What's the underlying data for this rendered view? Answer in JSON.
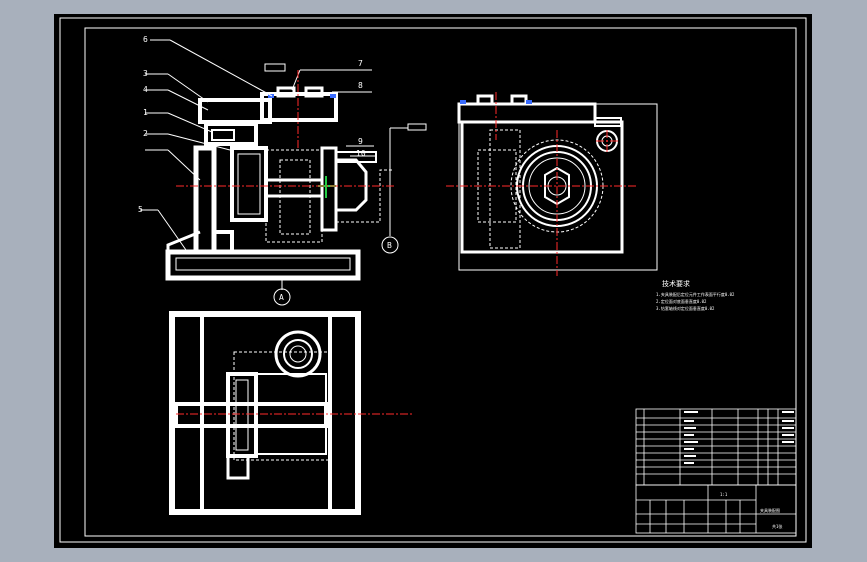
{
  "colors": {
    "window_bg": "#a8b0bc",
    "canvas": "#000000",
    "line": "#ffffff",
    "center_line": "#ff2a2a",
    "dim_line": "#ffffff",
    "accent_green": "#22cc44",
    "accent_blue": "#3a6cff"
  },
  "part_numbers": [
    "6",
    "3",
    "4",
    "1",
    "2",
    "5",
    "7",
    "8",
    "9",
    "10"
  ],
  "callouts": {
    "section_a": "A",
    "section_b": "B"
  },
  "tech_requirements": {
    "title": "技术要求",
    "lines": [
      "1.夹具装配后定位元件工作表面平行度0.02",
      "2.定位面对底面垂直度0.02",
      "3.钻套轴线对定位面垂直度0.02"
    ]
  },
  "title_block": {
    "drawing_name": "夹具装配图",
    "scale": "1:1",
    "sheet": "共1张"
  }
}
